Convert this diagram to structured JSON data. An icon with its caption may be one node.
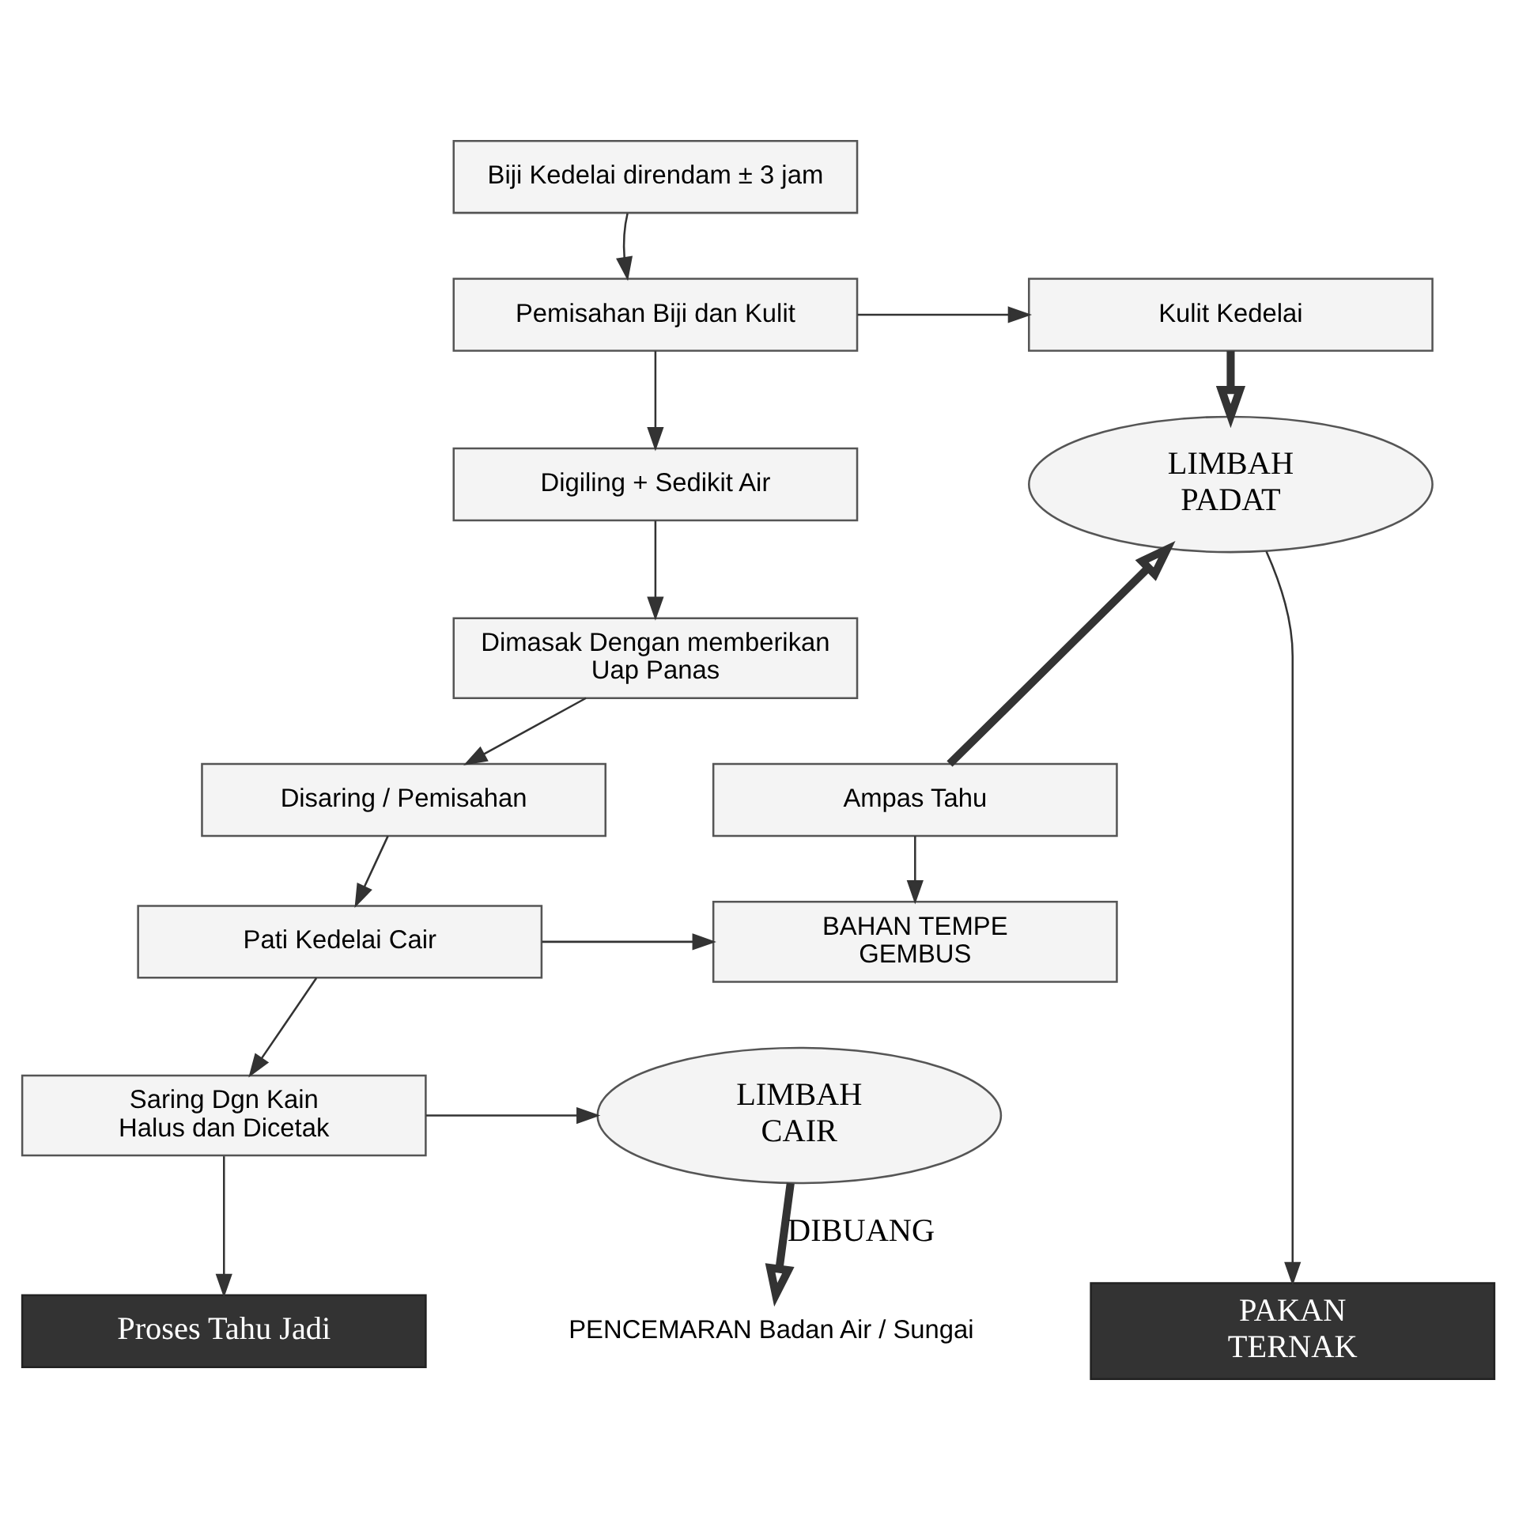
{
  "diagram": {
    "nodes": [
      {
        "text": [
          "Biji Kedelai direndam ± 3 jam"
        ]
      },
      {
        "text": [
          "Pemisahan Biji dan Kulit"
        ]
      },
      {
        "text": [
          "Kulit Kedelai"
        ]
      },
      {
        "text": [
          "Digiling + Sedikit Air"
        ]
      },
      {
        "text": [
          "LIMBAH PADAT"
        ]
      },
      {
        "text": [
          "Dimasak Dengan memberikan Uap Panas"
        ]
      },
      {
        "text": [
          "Ampas Tahu"
        ]
      },
      {
        "text": [
          "Disaring / Pemisahan"
        ]
      },
      {
        "text": [
          "Pati Kedelai Cair"
        ]
      },
      {
        "text": [
          "BAHAN TEMPE GEMBUS"
        ]
      },
      {
        "text": [
          "Saring Dgn Kain Halus dan Dicetak"
        ]
      },
      {
        "text": [
          "LIMBAH CAIR"
        ]
      },
      {
        "text": [
          "Proses Tahu Jadi"
        ]
      },
      {
        "text": [
          "PAKAN TERNAK"
        ]
      },
      {
        "text": [
          "PENCEMARAN Badan Air / Sungai"
        ]
      }
    ],
    "edges": [
      {
        "from": 0,
        "to": 1,
        "arrow": "to"
      },
      {
        "from": 1,
        "to": 2,
        "arrow": "to"
      },
      {
        "from": 1,
        "to": 3,
        "arrow": "to"
      },
      {
        "from": 2,
        "to": 4,
        "arrow": "to",
        "style": "thick"
      },
      {
        "from": 3,
        "to": 5,
        "arrow": "to"
      },
      {
        "from": 4,
        "to": 13,
        "arrow": "to"
      },
      {
        "from": 5,
        "to": 7,
        "arrow": "to"
      },
      {
        "from": 6,
        "to": 4,
        "arrow": "to",
        "style": "thick"
      },
      {
        "from": 6,
        "to": 9,
        "arrow": "to"
      },
      {
        "from": 7,
        "to": 8,
        "arrow": "to"
      },
      {
        "from": 8,
        "to": 9,
        "arrow": "to"
      },
      {
        "from": 8,
        "to": 10,
        "arrow": "to"
      },
      {
        "from": 10,
        "to": 11,
        "arrow": "to"
      },
      {
        "from": 10,
        "to": 12,
        "arrow": "to"
      },
      {
        "from": 11,
        "to": 14,
        "arrow": "to",
        "style": "thick",
        "label": "DIBUANG"
      }
    ]
  }
}
